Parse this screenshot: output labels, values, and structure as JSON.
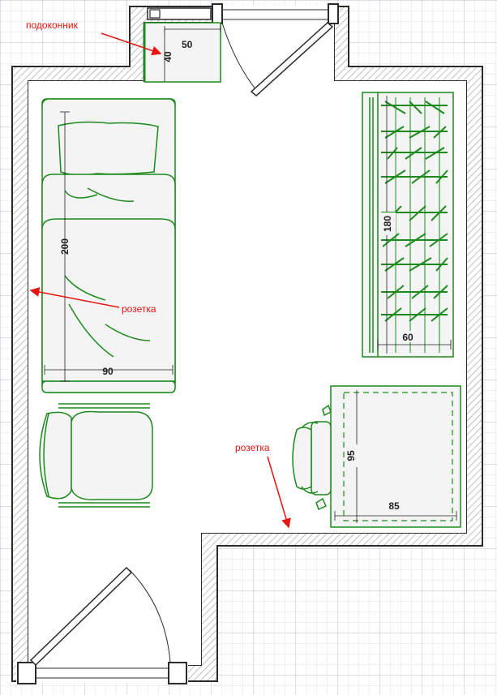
{
  "colors": {
    "grid_fine": "#dfe3ea",
    "grid_major": "#b9c0cc",
    "wall": "#2b2b2b",
    "hatch": "#9a9a9a",
    "furniture": "#1d8a1d",
    "furniture_fill": "#f4f4f4",
    "annotation": "#e8140f",
    "dimension": "#222222"
  },
  "annotations": {
    "windowsill": "подоконник",
    "outlet_left": "розетка",
    "outlet_right": "розетка"
  },
  "dimensions": {
    "sill_width": "50",
    "sill_depth": "40",
    "bed_length": "200",
    "bed_width": "90",
    "wardrobe_length": "180",
    "wardrobe_depth": "60",
    "desk_length": "95",
    "desk_width": "85"
  },
  "icons": {
    "door_top": "door-swing-icon",
    "door_bottom": "door-swing-icon",
    "chair": "office-chair-icon",
    "armchair": "armchair-icon"
  }
}
